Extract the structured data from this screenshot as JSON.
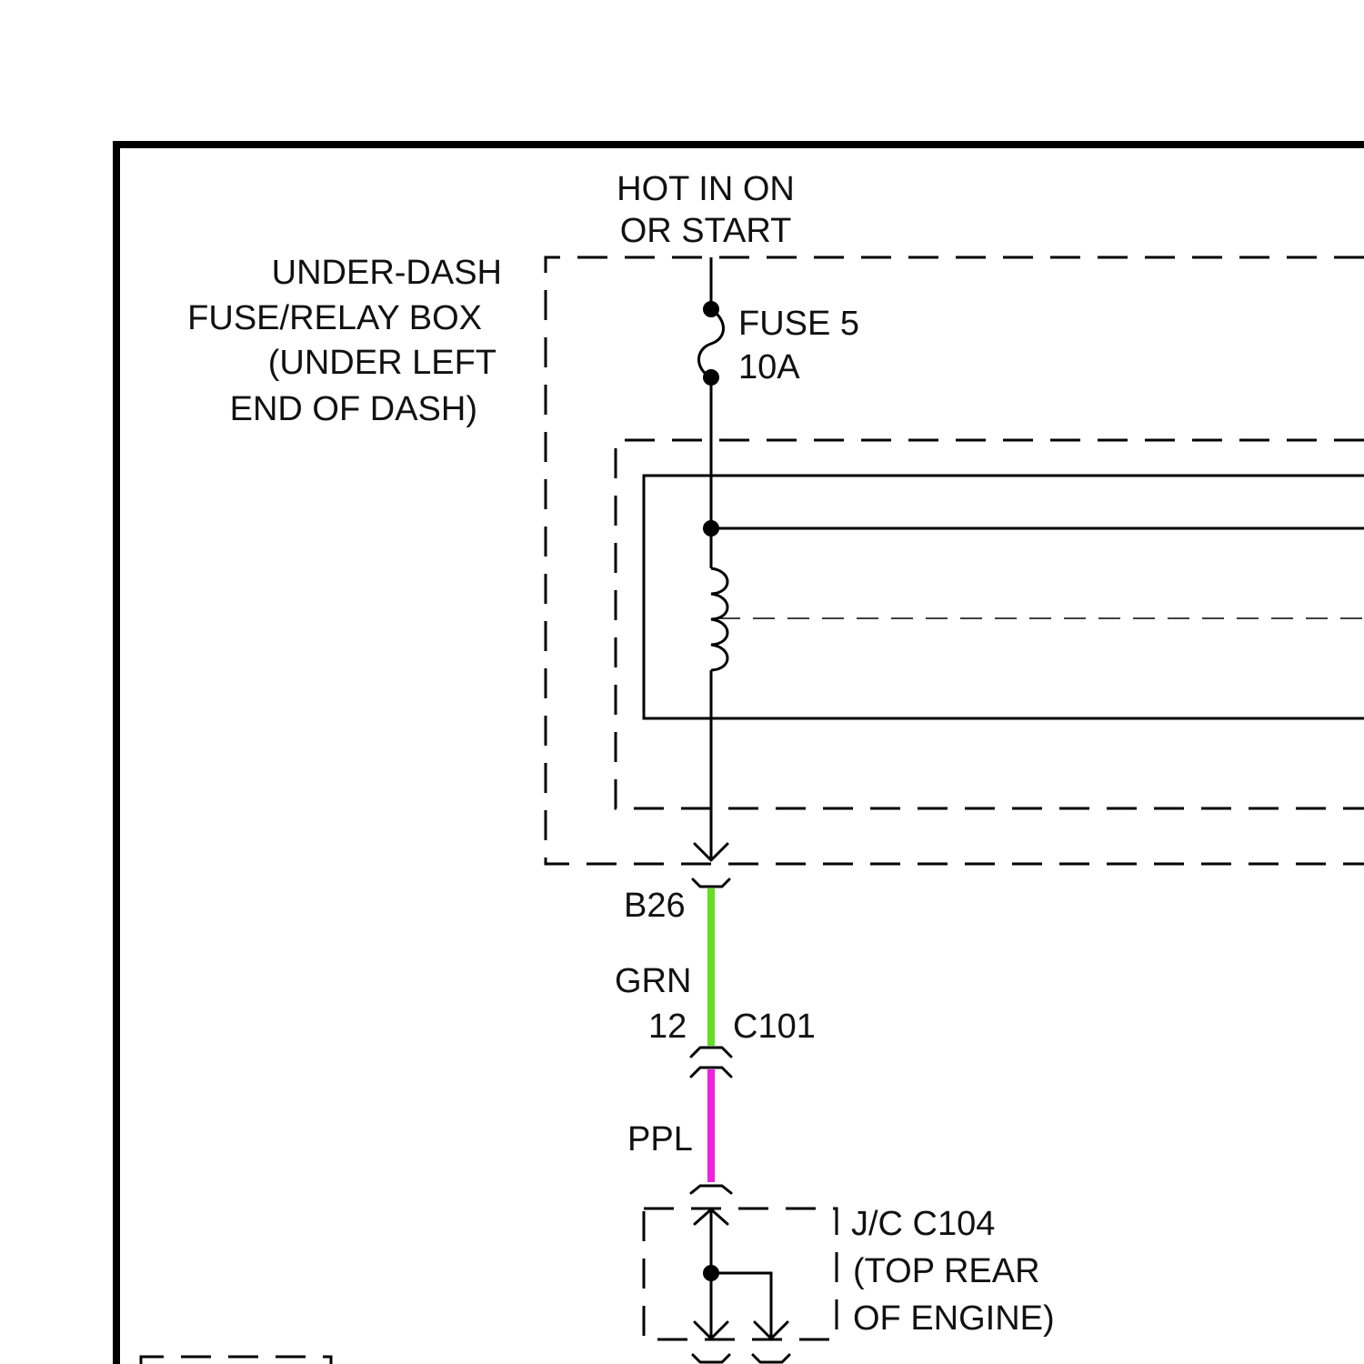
{
  "labels": {
    "power_line1": "HOT IN ON",
    "power_line2": "OR START",
    "fusebox_line1": "UNDER-DASH",
    "fusebox_line2": "FUSE/RELAY BOX",
    "fusebox_line3": "(UNDER LEFT",
    "fusebox_line4": "END OF DASH)",
    "fuse_name": "FUSE 5",
    "fuse_rating": "10A",
    "terminal": "B26",
    "wire1_color": "GRN",
    "pin": "12",
    "connector": "C101",
    "wire2_color": "PPL",
    "jc_line1": "J/C C104",
    "jc_line2": "(TOP REAR",
    "jc_line3": "OF ENGINE)"
  },
  "colors": {
    "wire_grn": "#66dd22",
    "wire_ppl": "#ee22dd"
  }
}
